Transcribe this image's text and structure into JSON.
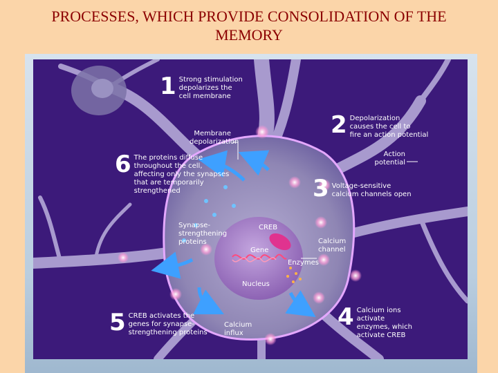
{
  "title_line1": "PROCESSES, WHICH PROVIDE CONSOLIDATION OF THE",
  "title_line2": "MEMORY",
  "steps": [
    {
      "num": "1",
      "lines": [
        "Strong stimulation",
        "depolarizes the",
        "cell membrane"
      ]
    },
    {
      "num": "2",
      "lines": [
        "Depolarization",
        "causes the cell to",
        "fire an action potential"
      ]
    },
    {
      "num": "3",
      "lines": [
        "Voltage-sensitive",
        "calcium channels open"
      ]
    },
    {
      "num": "4",
      "lines": [
        "Calcium ions",
        "activate",
        "enzymes, which",
        "activate CREB"
      ]
    },
    {
      "num": "5",
      "lines": [
        "CREB activates the",
        "genes for synapse-",
        "strengthening proteins"
      ]
    },
    {
      "num": "6",
      "lines": [
        "The proteins diffuse",
        "throughout the cell,",
        "affecting only the synapses",
        "that are temporarily",
        "strengthened"
      ]
    }
  ],
  "labels": {
    "membrane_depolarization": [
      "Membrane",
      "depolarization"
    ],
    "action_potential": [
      "Action",
      "potential"
    ],
    "synapse_proteins": [
      "Synapse-",
      "strengthening",
      "proteins"
    ],
    "creb": "CREB",
    "gene": "Gene",
    "enzymes": "Enzymes",
    "nucleus": "Nucleus",
    "calcium_channel": [
      "Calcium",
      "channel"
    ],
    "calcium_influx": [
      "Calcium",
      "influx"
    ]
  },
  "colors": {
    "title": "#8b0000",
    "page_bg": "#fbd5a9",
    "diagram_bg": "#3c1a7a",
    "cell": "#8f86b4",
    "nucleus": "#a17fc0",
    "creb": "#e0338f",
    "arrow": "#3ea0ff"
  }
}
